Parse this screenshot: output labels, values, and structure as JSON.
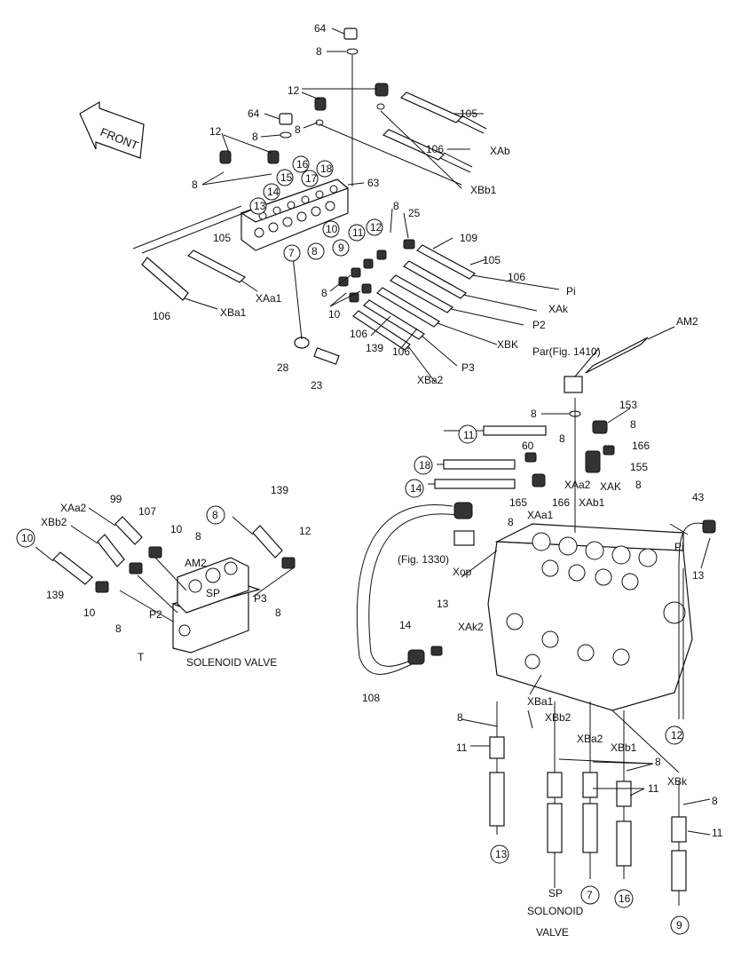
{
  "front_label": "FRONT",
  "callouts": {
    "c64a": "64",
    "c8a": "8",
    "c12a": "12",
    "c105a": "105",
    "c8b": "8",
    "c64b": "64",
    "c8c": "8",
    "c106a": "106",
    "cXAb": "XAb",
    "c12b": "12",
    "c16": "16",
    "c15": "15",
    "c17": "17",
    "c18": "18",
    "c8d": "8",
    "c63": "63",
    "cXBb1": "XBb1",
    "c14": "14",
    "c13": "13",
    "c8e": "8",
    "c25": "25",
    "c10a": "10",
    "c12c": "12",
    "c11a": "11",
    "c9": "9",
    "c105b": "105",
    "c109": "109",
    "c105c": "105",
    "c7": "7",
    "c8f": "8",
    "c106b": "106",
    "cPi": "Pi",
    "cXAa1": "XAa1",
    "cXAk": "XAk",
    "c8g": "8",
    "c10b": "10",
    "cP2": "P2",
    "c106c": "106",
    "cXBa1": "XBa1",
    "c106d": "106",
    "c139a": "139",
    "cXBK": "XBK",
    "c106e": "106",
    "c28": "28",
    "c23": "23",
    "cP3": "P3",
    "cXBa2": "XBa2"
  },
  "right": {
    "AM2": "AM2",
    "par": "Par(Fig. 1410)",
    "c153": "153",
    "c8h": "8",
    "c11b": "11",
    "c8i": "8",
    "c60": "60",
    "c8j": "8",
    "c166a": "166",
    "c18b": "18",
    "c155": "155",
    "c14b": "14",
    "cXAa2": "XAa2",
    "c8k": "8",
    "cXAK": "XAK",
    "c165": "165",
    "c166b": "166",
    "c8l": "8",
    "cXAa1b": "XAa1",
    "cXAb1": "XAb1",
    "c43": "43",
    "cPi2": "Pi",
    "fig1330": "(Fig. 1330)",
    "cXop": "Xop",
    "c13b": "13",
    "c13c": "13",
    "c14c": "14",
    "cXAk2": "XAk2",
    "c108": "108",
    "cXBa1b": "XBa1",
    "c12d": "12",
    "c8m": "8",
    "cXBb2": "XBb2",
    "c11c": "11",
    "cXBa2b": "XBa2",
    "cXBb1b": "XBb1",
    "c8n": "8",
    "c11d": "11",
    "cXBk": "XBk",
    "c8o": "8",
    "c11e": "11",
    "c13d": "13",
    "cSP": "SP",
    "c7b": "7",
    "c16b": "16",
    "c9b": "9",
    "solonoid": "SOLONOID",
    "valve": "VALVE"
  },
  "left": {
    "cXAa2": "XAa2",
    "c99": "99",
    "c107": "107",
    "cXBb2": "XBb2",
    "c8p": "8",
    "c139b": "139",
    "c10c": "10",
    "c8q": "8",
    "c12e": "12",
    "c10d": "10",
    "cAM2": "AM2",
    "cSP": "SP",
    "cP3": "P3",
    "c139c": "139",
    "c10e": "10",
    "cP2": "P2",
    "c8r": "8",
    "c8s": "8",
    "cT": "T",
    "solenoid_valve": "SOLENOID VALVE"
  }
}
